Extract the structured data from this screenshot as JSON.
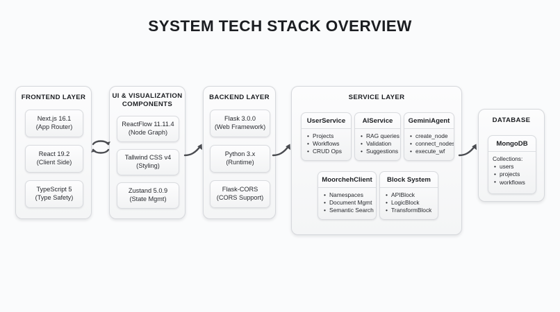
{
  "title": "SYSTEM TECH STACK OVERVIEW",
  "colors": {
    "background": "#fafbfc",
    "panel_border": "#d6d8dc",
    "text": "#1b1d21",
    "connector": "#4a4c51"
  },
  "layers": [
    {
      "id": "frontend",
      "title": "FRONTEND LAYER",
      "cards": [
        {
          "name": "Next.js 16.1",
          "detail": "(App Router)"
        },
        {
          "name": "React 19.2",
          "detail": "(Client Side)"
        },
        {
          "name": "TypeScript 5",
          "detail": "(Type Safety)"
        }
      ]
    },
    {
      "id": "ui",
      "title": "UI & VISUALIZATION\nCOMPONENTS",
      "cards": [
        {
          "name": "ReactFlow 11.11.4",
          "detail": "(Node Graph)"
        },
        {
          "name": "Tallwind CSS v4",
          "detail": "(Styling)"
        },
        {
          "name": "Zustand 5.0.9",
          "detail": "(State Mgmt)"
        }
      ]
    },
    {
      "id": "backend",
      "title": "BACKEND LAYER",
      "cards": [
        {
          "name": "Flask 3.0.0",
          "detail": "(Web Framework)"
        },
        {
          "name": "Python 3.x",
          "detail": "(Runtime)"
        },
        {
          "name": "Flask-CORS",
          "detail": "(CORS Support)"
        }
      ]
    }
  ],
  "service_layer": {
    "title": "SERVICE LAYER",
    "row1": [
      {
        "id": "userservice",
        "head": "UserService",
        "items": [
          "Projects",
          "Workflows",
          "CRUD Ops"
        ]
      },
      {
        "id": "aiservice",
        "head": "AIService",
        "items": [
          "RAG queries",
          "Validation",
          "Suggestions"
        ]
      },
      {
        "id": "geminiagent",
        "head": "GeminiAgent",
        "items": [
          "create_node",
          "connect_nodes",
          "execute_wf"
        ]
      }
    ],
    "row2": [
      {
        "id": "moorchehclient",
        "head": "MoorchehClient",
        "items": [
          "Namespaces",
          "Document Mgmt",
          "Semantic Search"
        ]
      },
      {
        "id": "blocksystem",
        "head": "Block System",
        "items": [
          "APIBlock",
          "LogicBlock",
          "TransformBlock"
        ]
      }
    ]
  },
  "database_layer": {
    "title": "DATABASE",
    "card": {
      "head": "MongoDB",
      "lead": "Collections:",
      "items": [
        "users",
        "projects",
        "workflows"
      ]
    }
  },
  "connectors": [
    {
      "id": "frontend-ui",
      "kind": "bidirectional-loop-icon"
    },
    {
      "id": "ui-backend",
      "kind": "curved-arrow-right-icon"
    },
    {
      "id": "backend-service",
      "kind": "curved-arrow-right-icon"
    },
    {
      "id": "service-database",
      "kind": "curved-arrow-right-icon"
    }
  ]
}
